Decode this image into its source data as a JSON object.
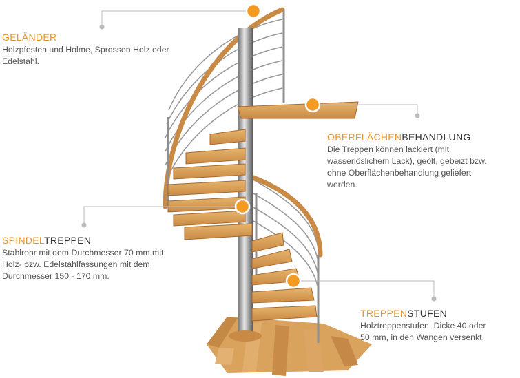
{
  "callouts": [
    {
      "id": "gelaender",
      "title_accent": "GELÄNDER",
      "title_rest": "",
      "lines": [
        "Holzpfosten und Holme, Sprossen Holz oder",
        "Edelstahl."
      ]
    },
    {
      "id": "oberflaeche",
      "title_accent": "OBERFLÄCHEN",
      "title_rest": "BEHANDLUNG",
      "lines": [
        "Die Treppen können lackiert (mit",
        "wasserlöslichem Lack), geölt, gebeizt bzw.",
        "ohne Oberflächenbehandlung geliefert",
        "werden."
      ]
    },
    {
      "id": "spindel",
      "title_accent": "SPINDEL",
      "title_rest": "TREPPEN",
      "lines": [
        "Stahlrohr mit dem Durchmesser 70 mm mit",
        "Holz- bzw. Edelstahlfassungen mit dem",
        "Durchmesser 150 - 170 mm."
      ]
    },
    {
      "id": "stufen",
      "title_accent": "TREPPEN",
      "title_rest": "STUFEN",
      "lines": [
        "Holztreppenstufen, Dicke 40 oder",
        "50 mm, in den Wangen versenkt."
      ]
    }
  ],
  "colors": {
    "accent": "#e8952a",
    "wood": "#d9a15c",
    "wood_dark": "#b9793a",
    "steel": "#a9a9a9",
    "leader_line": "#bbbbbb"
  }
}
